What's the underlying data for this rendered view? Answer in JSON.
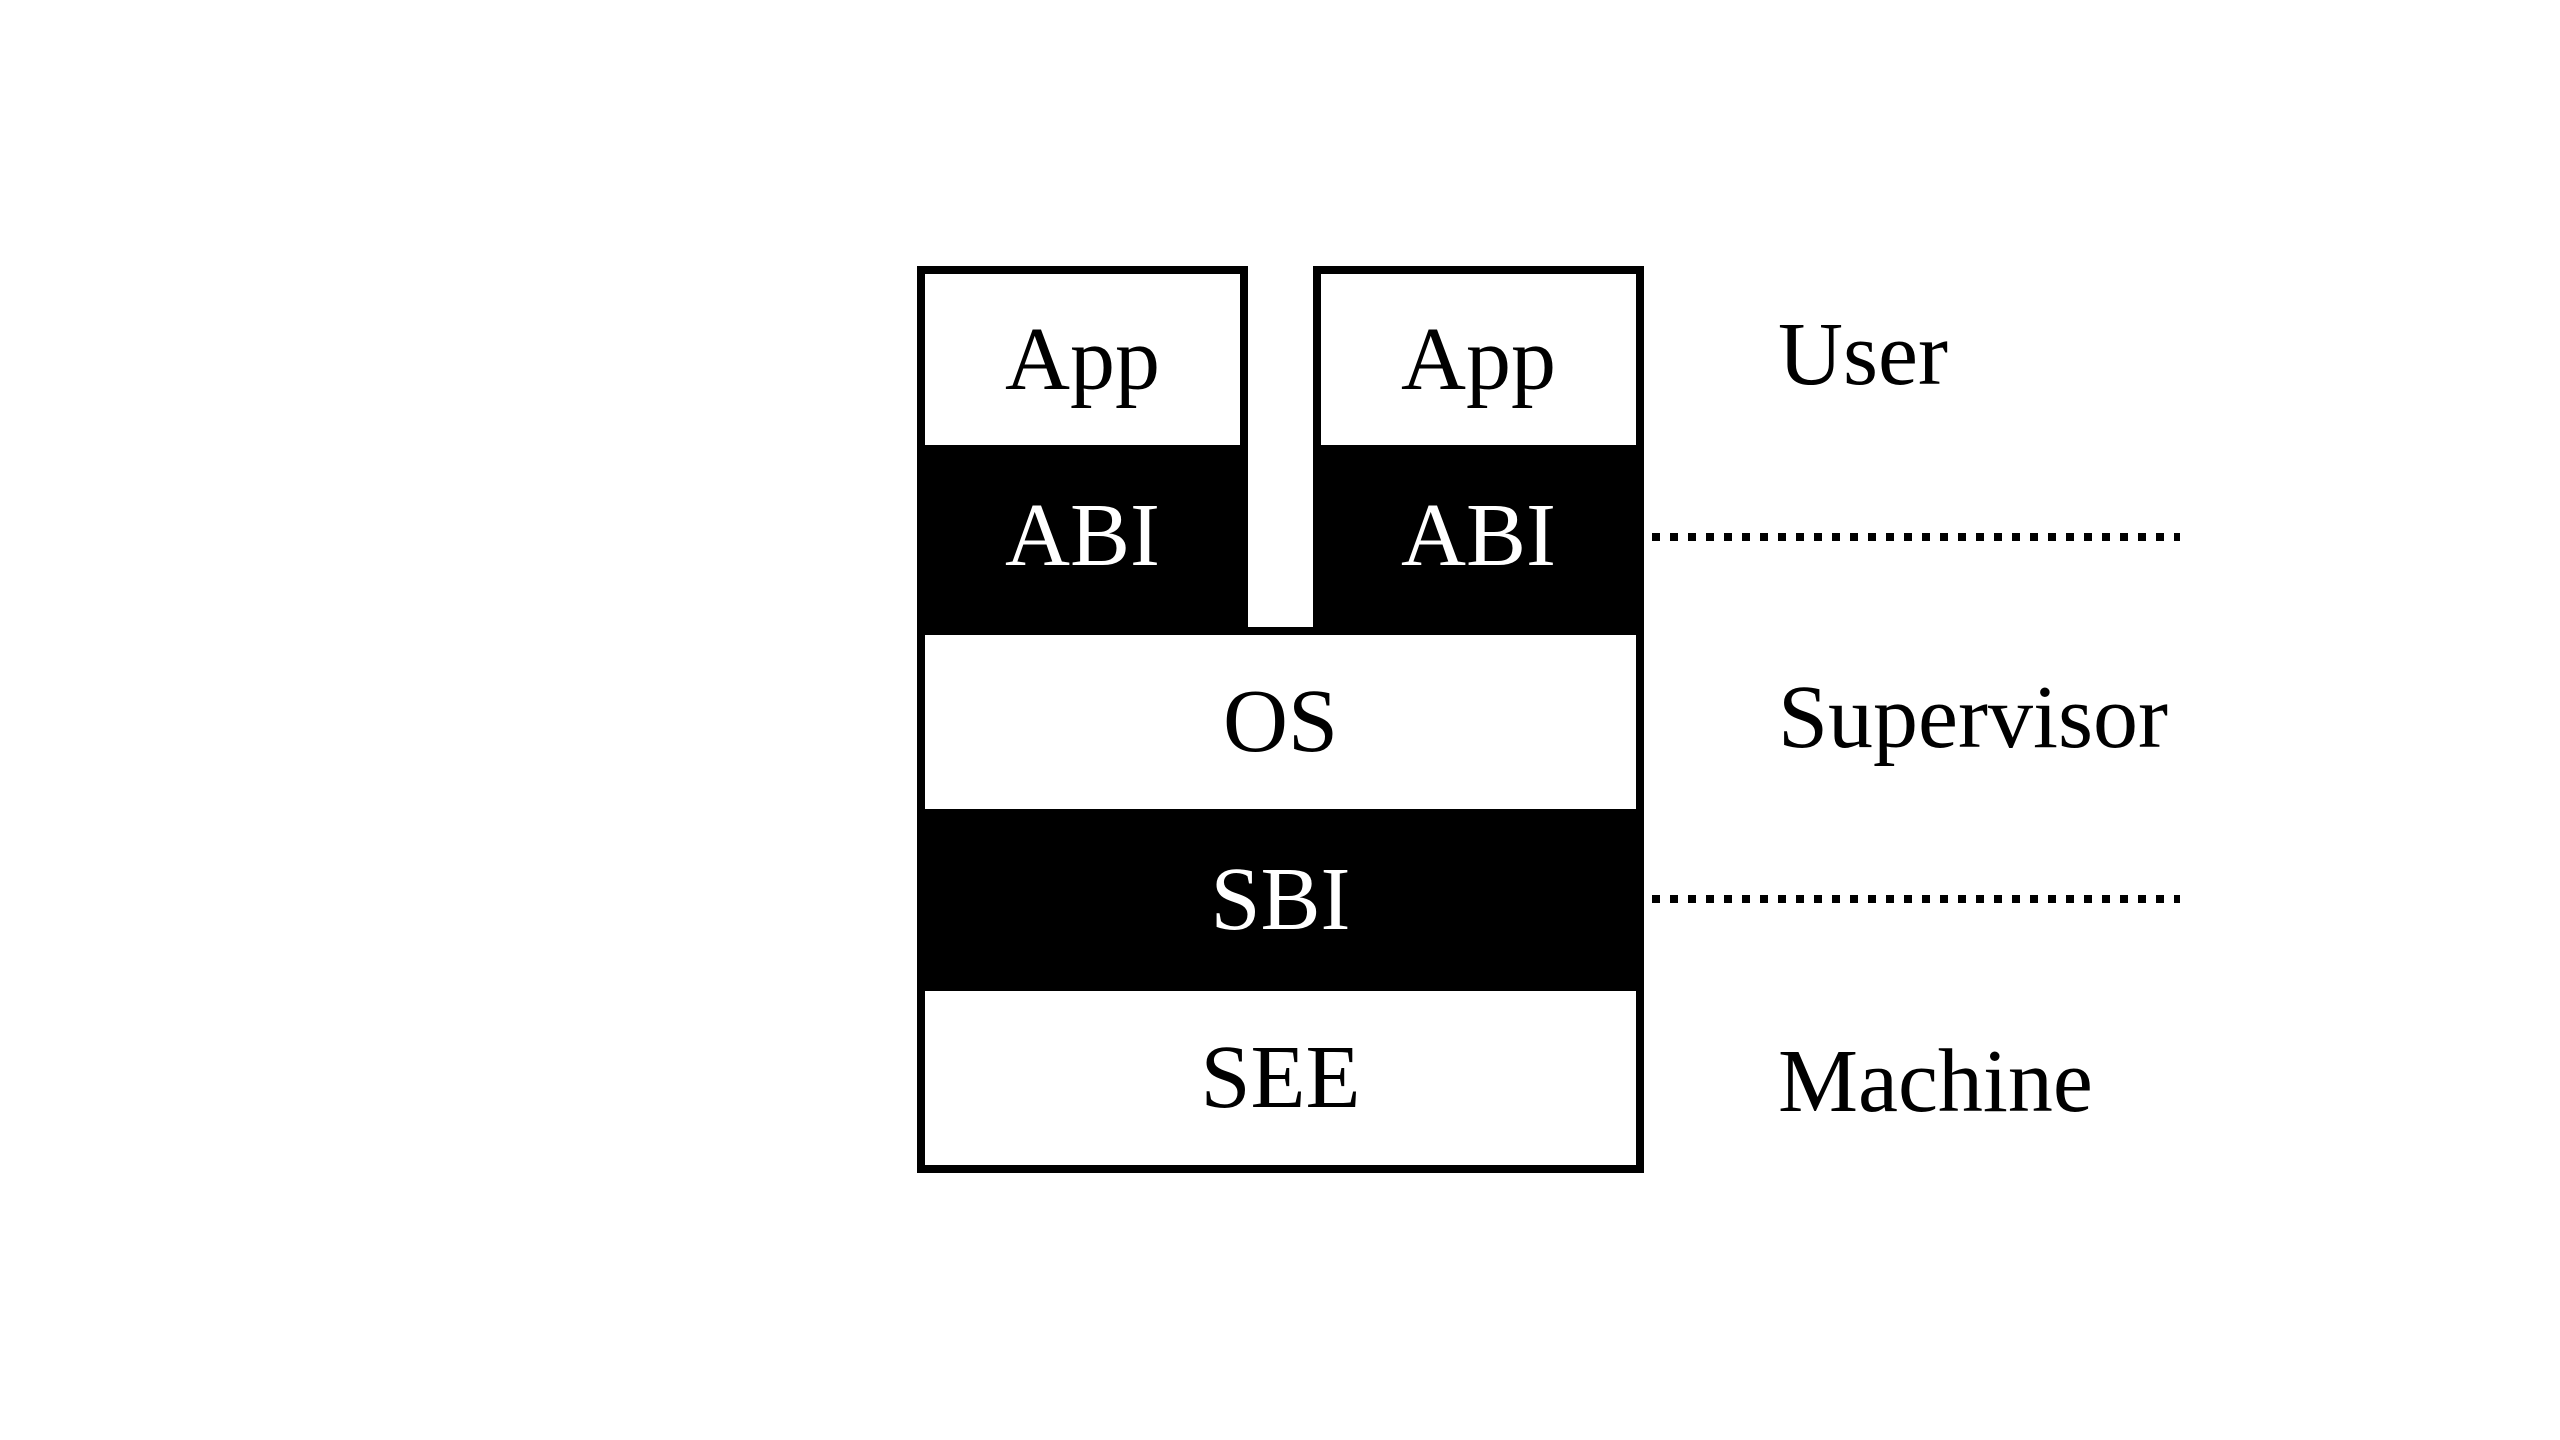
{
  "boxes": {
    "app1": "App",
    "app2": "App",
    "abi1": "ABI",
    "abi2": "ABI",
    "os": "OS",
    "sbi": "SBI",
    "see": "SEE"
  },
  "privilege_labels": {
    "user": "User",
    "supervisor": "Supervisor",
    "machine": "Machine"
  },
  "colors": {
    "background": "#ffffff",
    "foreground": "#000000",
    "abi_fill": "#000000",
    "sbi_fill": "#000000",
    "text_on_dark": "#ffffff"
  }
}
